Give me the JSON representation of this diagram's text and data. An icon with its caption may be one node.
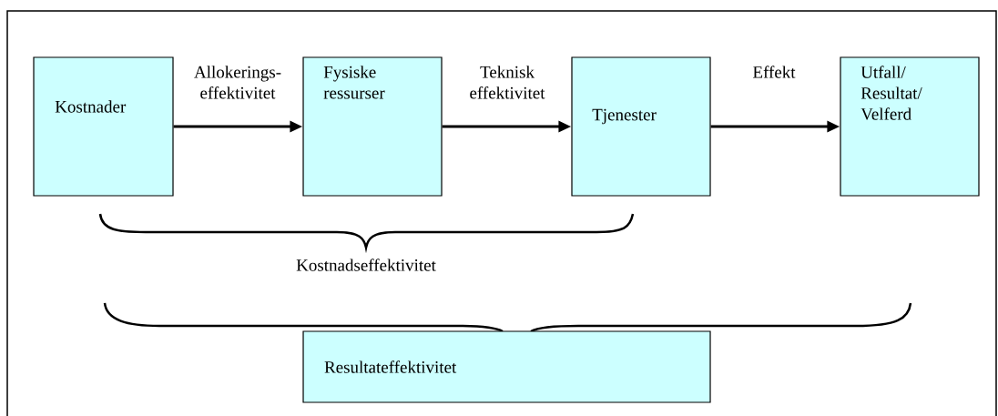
{
  "diagram": {
    "nodes": [
      {
        "text": [
          "Kostnader"
        ]
      },
      {
        "text": [
          "Fysiske ressurser"
        ]
      },
      {
        "text": [
          "Tjenester"
        ]
      },
      {
        "text": [
          "Utfall/ Resultat/ Velferd"
        ]
      },
      {
        "text": [
          "Resultateffektivitet"
        ]
      }
    ],
    "edges": [
      {
        "from": 0,
        "to": 1,
        "arrow": "to",
        "label": "Allokerings- effektivitet"
      },
      {
        "from": 1,
        "to": 2,
        "arrow": "to",
        "label": "Teknisk effektivitet"
      },
      {
        "from": 2,
        "to": 3,
        "arrow": "to",
        "label": "Effekt"
      }
    ],
    "labels": [
      "Kostnadseffektivitet"
    ]
  }
}
